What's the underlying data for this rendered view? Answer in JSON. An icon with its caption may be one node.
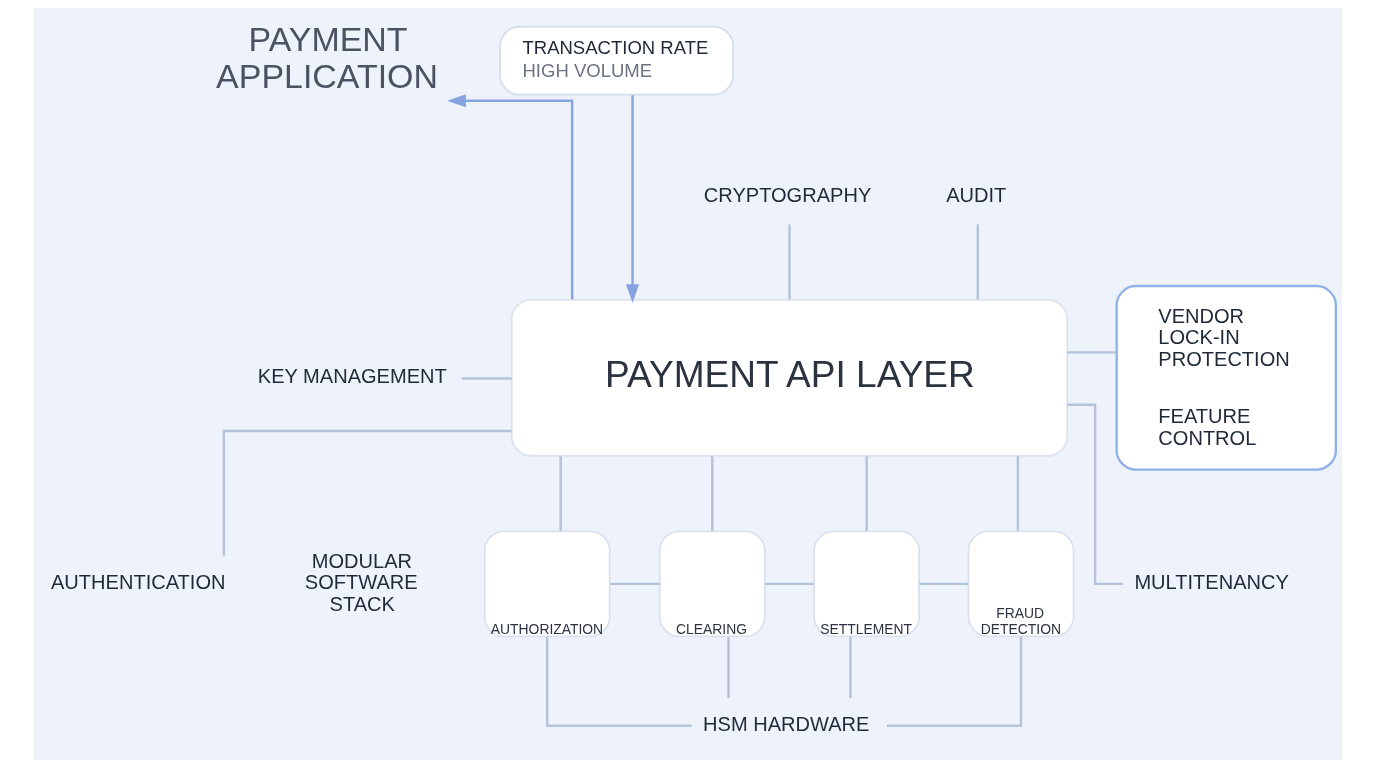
{
  "diagram": {
    "nodes": [
      {
        "text": [
          "PAYMENT APPLICATION"
        ]
      },
      {
        "text": [
          "TRANSACTION RATE",
          "HIGH VOLUME"
        ]
      },
      {
        "text": [
          "CRYPTOGRAPHY"
        ]
      },
      {
        "text": [
          "AUDIT"
        ]
      },
      {
        "text": [
          "KEY MANAGEMENT"
        ]
      },
      {
        "text": [
          "PAYMENT API LAYER"
        ]
      },
      {
        "text": [
          "VENDOR LOCK-IN PROTECTION",
          "FEATURE CONTROL"
        ]
      },
      {
        "text": [
          "AUTHENTICATION"
        ]
      },
      {
        "text": [
          "AUTHORIZATION"
        ]
      },
      {
        "text": [
          "CLEARING"
        ]
      },
      {
        "text": [
          "SETTLEMENT"
        ]
      },
      {
        "text": [
          "FRAUD DETECTION"
        ]
      },
      {
        "text": [
          "MULTITENANCY"
        ]
      },
      {
        "text": [
          "HSM HARDWARE"
        ]
      }
    ],
    "edges": [
      {
        "from": 5,
        "to": 0,
        "arrow": "to",
        "color": "#86a4e0"
      },
      {
        "from": 1,
        "to": 5,
        "arrow": "to",
        "color": "#86a4e0"
      },
      {
        "from": 2,
        "to": 5,
        "arrow": "none"
      },
      {
        "from": 3,
        "to": 5,
        "arrow": "none"
      },
      {
        "from": 4,
        "to": 5,
        "arrow": "none"
      },
      {
        "from": 5,
        "to": 6,
        "arrow": "none"
      },
      {
        "from": 5,
        "to": 7,
        "arrow": "none"
      },
      {
        "from": 5,
        "to": 8,
        "arrow": "none"
      },
      {
        "from": 5,
        "to": 9,
        "arrow": "none"
      },
      {
        "from": 5,
        "to": 10,
        "arrow": "none"
      },
      {
        "from": 5,
        "to": 11,
        "arrow": "none"
      },
      {
        "from": 5,
        "to": 12,
        "arrow": "none"
      },
      {
        "from": 8,
        "to": 9,
        "arrow": "none"
      },
      {
        "from": 9,
        "to": 10,
        "arrow": "none"
      },
      {
        "from": 10,
        "to": 11,
        "arrow": "none"
      },
      {
        "from": 8,
        "to": 13,
        "arrow": "none"
      },
      {
        "from": 9,
        "to": 13,
        "arrow": "none"
      },
      {
        "from": 10,
        "to": 13,
        "arrow": "none"
      },
      {
        "from": 11,
        "to": 13,
        "arrow": "none"
      }
    ],
    "labels": [
      "MODULAR SOFTWARE STACK"
    ]
  }
}
